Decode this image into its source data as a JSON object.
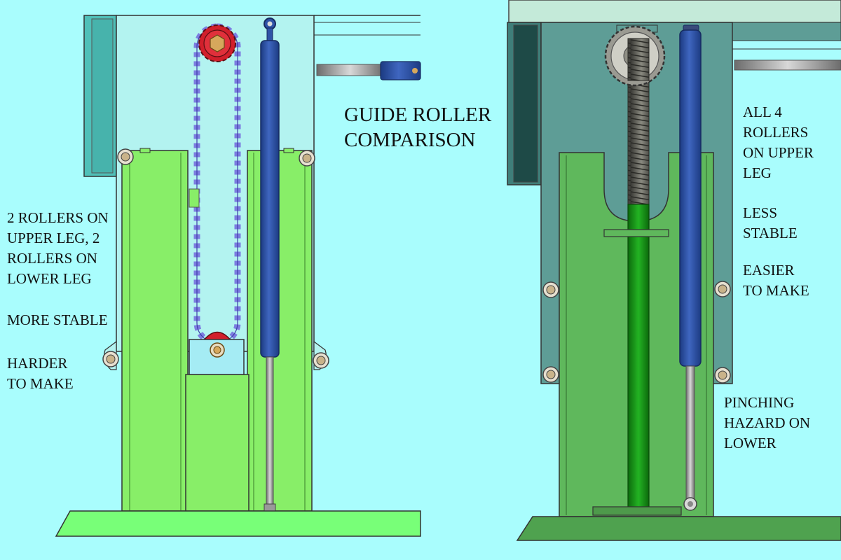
{
  "title": "GUIDE ROLLER\nCOMPARISON",
  "left_design": {
    "description": "2 ROLLERS ON\nUPPER LEG, 2\nROLLERS ON\nLOWER LEG",
    "pro": "MORE STABLE",
    "con": "HARDER\nTO MAKE"
  },
  "right_design": {
    "description": "ALL 4\nROLLERS\nON UPPER\nLEG",
    "con": "LESS\nSTABLE",
    "pro": "EASIER\nTO MAKE",
    "hazard": "PINCHING\nHAZARD ON\nLOWER"
  },
  "colors": {
    "background": "#a9fdfd",
    "upper_leg_left": "#b3f3f0",
    "upper_leg_right": "#5e9d96",
    "lower_leg_left": "#88ee68",
    "lower_leg_right": "#5fb85c",
    "base_left": "#78ff78",
    "base_right": "#4fa24f",
    "actuator": "#2f53a7",
    "sprocket": "#d11f2b",
    "chain": "#7c7ce0",
    "lead_screw": "#4a4a44",
    "roller": "#c9b38a"
  }
}
